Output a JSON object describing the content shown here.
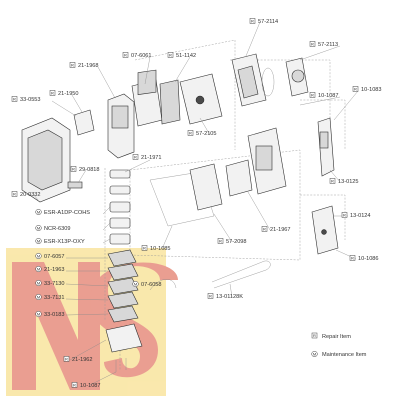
{
  "parts": [
    {
      "id": "lbl-57-2114",
      "code": "57-2114",
      "kind": "R"
    },
    {
      "id": "lbl-57-2113",
      "code": "57-2113",
      "kind": "R"
    },
    {
      "id": "lbl-07-6061",
      "code": "07-6061",
      "kind": "R"
    },
    {
      "id": "lbl-51-1142",
      "code": "51-1142",
      "kind": "R"
    },
    {
      "id": "lbl-21-1968",
      "code": "21-1968",
      "kind": "R"
    },
    {
      "id": "lbl-33-0553",
      "code": "33-0553",
      "kind": "R"
    },
    {
      "id": "lbl-21-1950",
      "code": "21-1950",
      "kind": "R"
    },
    {
      "id": "lbl-57-2105",
      "code": "57-2105",
      "kind": "R"
    },
    {
      "id": "lbl-10-1087-top",
      "code": "10-1087",
      "kind": "R"
    },
    {
      "id": "lbl-10-1083",
      "code": "10-1083",
      "kind": "R"
    },
    {
      "id": "lbl-21-1971",
      "code": "21-1971",
      "kind": "R"
    },
    {
      "id": "lbl-29-0818",
      "code": "29-0818",
      "kind": "R"
    },
    {
      "id": "lbl-13-0125",
      "code": "13-0125",
      "kind": "R"
    },
    {
      "id": "lbl-20-0332",
      "code": "20-0332",
      "kind": "R"
    },
    {
      "id": "lbl-esr-a1dp",
      "code": "ESR-A1DP-COHS",
      "kind": "M"
    },
    {
      "id": "lbl-ncr-6309",
      "code": "NCR-6309",
      "kind": "M"
    },
    {
      "id": "lbl-esr-x13p",
      "code": "ESR-X13P-OXY",
      "kind": "M"
    },
    {
      "id": "lbl-13-0124",
      "code": "13-0124",
      "kind": "R"
    },
    {
      "id": "lbl-21-1967",
      "code": "21-1967",
      "kind": "R"
    },
    {
      "id": "lbl-57-2098",
      "code": "57-2098",
      "kind": "R"
    },
    {
      "id": "lbl-10-1085",
      "code": "10-1085",
      "kind": "R"
    },
    {
      "id": "lbl-07-6057",
      "code": "07-6057",
      "kind": "M"
    },
    {
      "id": "lbl-10-1086",
      "code": "10-1086",
      "kind": "R"
    },
    {
      "id": "lbl-21-1963",
      "code": "21-1963",
      "kind": "M"
    },
    {
      "id": "lbl-33-7130",
      "code": "33-7130",
      "kind": "M"
    },
    {
      "id": "lbl-07-6058",
      "code": "07-6058",
      "kind": "M"
    },
    {
      "id": "lbl-33-7131",
      "code": "33-7131",
      "kind": "M"
    },
    {
      "id": "lbl-13-01128k",
      "code": "13-01128K",
      "kind": "R"
    },
    {
      "id": "lbl-33-0183",
      "code": "33-0183",
      "kind": "M"
    },
    {
      "id": "lbl-21-1962",
      "code": "21-1962",
      "kind": "R"
    },
    {
      "id": "lbl-10-1087-bot",
      "code": "10-1087",
      "kind": "R"
    }
  ],
  "legend": {
    "repair": {
      "symbol": "R",
      "label": "Repair Item"
    },
    "maintenance": {
      "symbol": "M",
      "label": "Maintenance Item"
    }
  },
  "watermark": "NS",
  "colors": {
    "watermark_yellow": "#f5d66a",
    "watermark_red": "#d94f38",
    "line": "#8a8a8a"
  }
}
